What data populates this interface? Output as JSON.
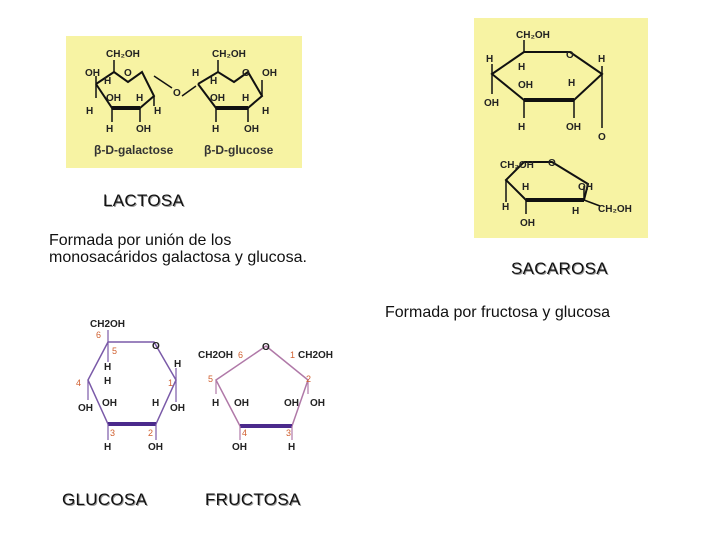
{
  "lactose": {
    "caption": "LACTOSA",
    "description": "Formada por unión de los monosacáridos galactosa y glucosa.",
    "galactose_label": "β-D-galactose",
    "glucose_label": "β-D-glucose"
  },
  "sucrose": {
    "caption": "SACAROSA",
    "description": "Formada por fructosa y glucosa"
  },
  "glucose": {
    "caption": "GLUCOSA"
  },
  "fructose": {
    "caption": "FRUCTOSA"
  },
  "atoms": {
    "ch2oh": "CH₂OH",
    "ch2oh_plain": "CH2OH",
    "oh": "OH",
    "h": "H",
    "o": "O"
  },
  "carbon_numbers": [
    "1",
    "2",
    "3",
    "4",
    "5",
    "6"
  ],
  "colors": {
    "panel": "#f7f3a3",
    "ring_dark": "#111111",
    "glucose_ring": "#7a5aa8",
    "glucose_ring_bottom": "#4b2a8c",
    "fructose_ring": "#b079a8",
    "fructose_ring_bottom": "#4b2a8c",
    "number_color": "#d06030"
  }
}
